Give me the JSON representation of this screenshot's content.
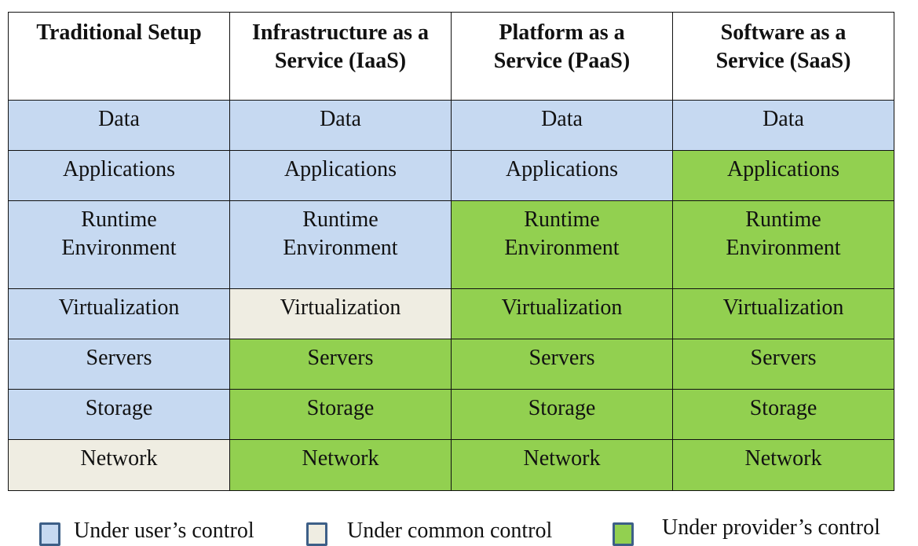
{
  "colors": {
    "user": "#c6d9f1",
    "common": "#efede2",
    "provider": "#92d050",
    "header": "#ffffff",
    "border": "#111111",
    "legend_border": "#3d5f87"
  },
  "table": {
    "headers": [
      [
        "Traditional Setup"
      ],
      [
        "Infrastructure as a",
        "Service (IaaS)"
      ],
      [
        "Platform as a",
        "Service (PaaS)"
      ],
      [
        "Software as a",
        "Service (SaaS)"
      ]
    ],
    "rows": [
      {
        "label": [
          "Data"
        ],
        "control": [
          "user",
          "user",
          "user",
          "user"
        ]
      },
      {
        "label": [
          "Applications"
        ],
        "control": [
          "user",
          "user",
          "user",
          "provider"
        ]
      },
      {
        "label": [
          "Runtime",
          "Environment"
        ],
        "control": [
          "user",
          "user",
          "provider",
          "provider"
        ]
      },
      {
        "label": [
          "Virtualization"
        ],
        "control": [
          "user",
          "common",
          "provider",
          "provider"
        ]
      },
      {
        "label": [
          "Servers"
        ],
        "control": [
          "user",
          "provider",
          "provider",
          "provider"
        ]
      },
      {
        "label": [
          "Storage"
        ],
        "control": [
          "user",
          "provider",
          "provider",
          "provider"
        ]
      },
      {
        "label": [
          "Network"
        ],
        "control": [
          "common",
          "provider",
          "provider",
          "provider"
        ]
      }
    ]
  },
  "legend": [
    {
      "key": "user",
      "label": "Under user’s control"
    },
    {
      "key": "common",
      "label": "Under common control"
    },
    {
      "key": "provider",
      "label": "Under provider’s control"
    }
  ]
}
